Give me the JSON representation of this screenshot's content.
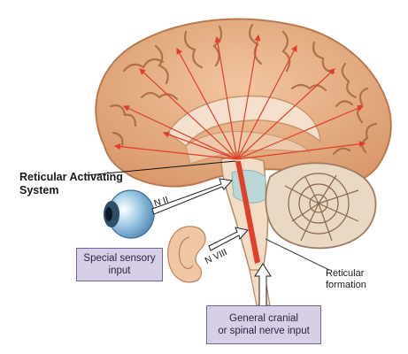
{
  "labels": {
    "ras": [
      "Reticular Activating",
      "System"
    ],
    "nerve_optic": "N II",
    "nerve_vestibulocochlear": "N VIII",
    "reticular": [
      "Reticular",
      "formation"
    ]
  },
  "boxes": {
    "special": [
      "Special sensory",
      "input"
    ],
    "general": [
      "General cranial",
      "or spinal nerve input"
    ]
  },
  "colors": {
    "brain": "#e9b48c",
    "brain_shadow": "#c98a5e",
    "gyri_line": "#a9663f",
    "brainstem": "#f2dcc6",
    "cerebellum": "#e8d8c4",
    "pathway": "#e0402a",
    "eye": "#7fb6d8",
    "box_fill": "#d6cfe6"
  }
}
